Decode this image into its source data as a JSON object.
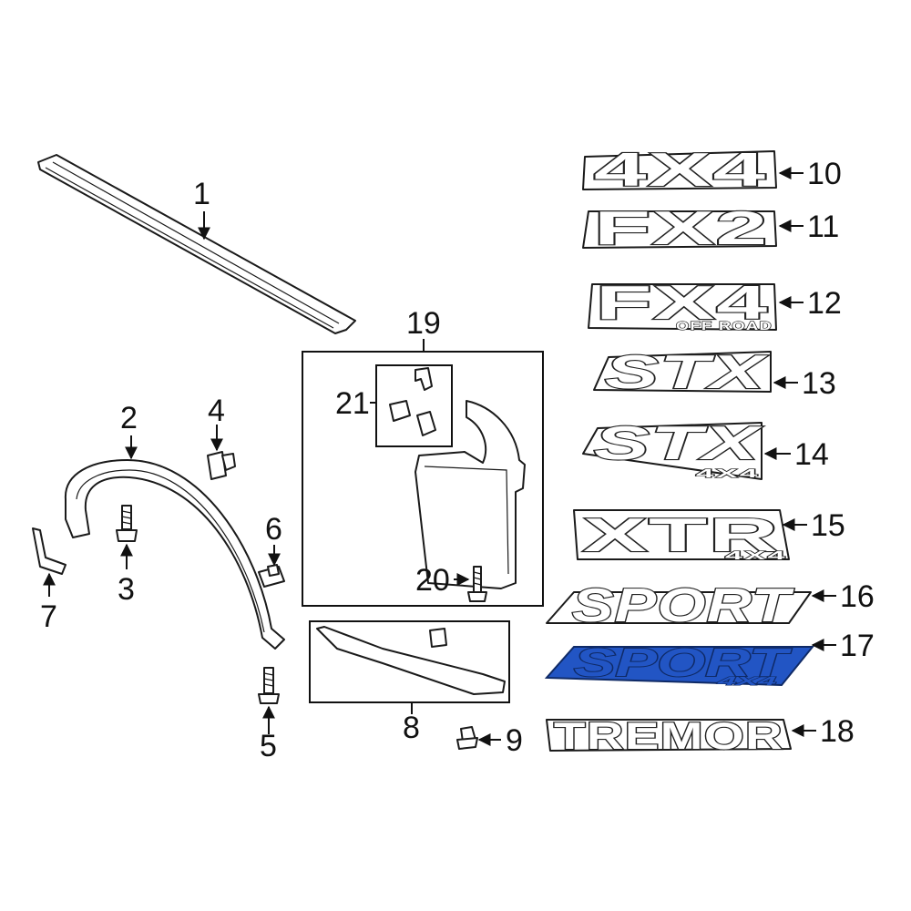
{
  "diagram": {
    "callouts": [
      "1",
      "2",
      "3",
      "4",
      "5",
      "6",
      "7",
      "8",
      "9",
      "10",
      "11",
      "12",
      "13",
      "14",
      "15",
      "16",
      "17",
      "18",
      "19",
      "20",
      "21"
    ],
    "emblems": {
      "e10": {
        "text": "4X4"
      },
      "e11": {
        "text": "FX2"
      },
      "e12": {
        "text": "FX4",
        "sub": "OFF ROAD"
      },
      "e13": {
        "text": "STX"
      },
      "e14": {
        "text": "STX",
        "sub": "4X4"
      },
      "e15": {
        "text": "XTR",
        "sub": "4X4"
      },
      "e16": {
        "text": "SPORT"
      },
      "e17": {
        "text": "SPORT",
        "sub": "4X4"
      },
      "e18": {
        "text": "TREMOR"
      }
    },
    "colors": {
      "line": "#1a1a1a",
      "highlight": "#2255c4",
      "background": "#ffffff"
    }
  }
}
